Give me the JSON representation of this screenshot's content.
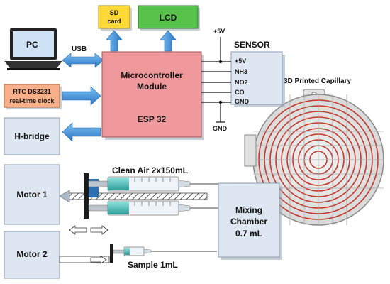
{
  "blocks": {
    "pc": "PC",
    "usb": "USB",
    "sd_card": [
      "SD",
      "card"
    ],
    "lcd": "LCD",
    "rtc": [
      "RTC  DS3231",
      "real-time clock"
    ],
    "mcu": [
      "Microcontroller",
      "Module"
    ],
    "esp": "ESP 32",
    "hbridge": "H-bridge",
    "motor1": "Motor 1",
    "motor2": "Motor 2",
    "sensor_title": "SENSOR",
    "sensor_pins": [
      "+5V",
      "NH3",
      "NO2",
      "CO",
      "GND"
    ],
    "vcc": "+5V",
    "gnd": "GND",
    "capillary": "3D Printed Capillary",
    "clean_air": "Clean Air  2x150mL",
    "mixing": [
      "Mixing",
      "Chamber",
      "0.7 mL"
    ],
    "sample": "Sample 1mL"
  },
  "colors": {
    "mcu_fill": "#f0999c",
    "sd_fill": "#ffd83a",
    "lcd_fill": "#57c24a",
    "rtc_fill": "#f7b08a",
    "block_fill": "#dde6f1",
    "arrow_blue": "#3d8fd6",
    "syringe_teal": "#3eb4b0"
  },
  "icons": [
    "laptop-icon",
    "syringe-icon",
    "double-arrow-icon"
  ]
}
